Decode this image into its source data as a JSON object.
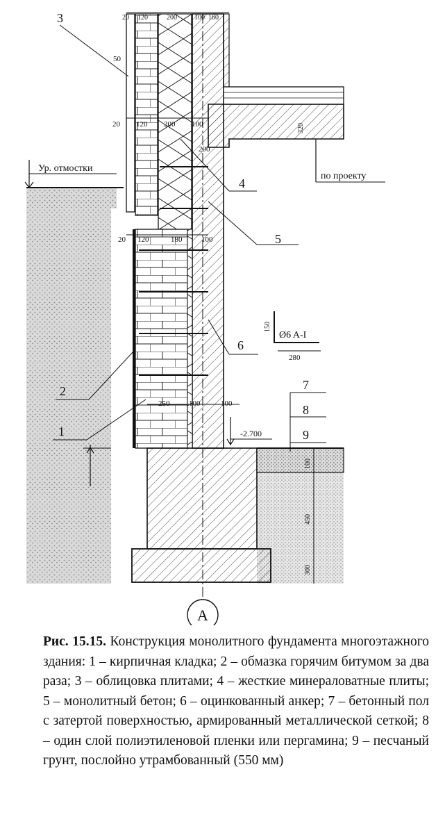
{
  "figure": {
    "callouts": [
      "1",
      "2",
      "3",
      "4",
      "5",
      "6",
      "7",
      "8",
      "9"
    ],
    "axis_marker": "A",
    "labels": {
      "ground_level": "Ур. отмостки",
      "by_project": "по проекту",
      "anchor_spec": "Ø6 A-I",
      "level_mark": "-2.700"
    },
    "dimensions": {
      "top_row": [
        "20",
        "120",
        "200",
        "100",
        "160"
      ],
      "mid_row": [
        "20",
        "120",
        "200",
        "100"
      ],
      "lower_row": [
        "20",
        "120",
        "180",
        "100"
      ],
      "base_row": [
        "250",
        "100",
        "100"
      ],
      "facing_gap": "50",
      "slab": "200",
      "slab_depth": "320",
      "anchor_height": "150",
      "anchor_length": "280",
      "floor_layer": "100",
      "sand_layer": "450",
      "footing_height": "300"
    }
  },
  "caption": {
    "number": "Рис. 15.15.",
    "text": "Конструкция монолитного фундамента многоэтажного здания: 1 – кирпичная кладка; 2 – обмазка горячим битумом за два раза; 3 – облицовка плитами; 4 – жесткие минераловатные плиты; 5 – монолитный бетон; 6 – оцинкованный анкер; 7 – бетонный пол с затертой поверхностью, армированный металлической сеткой; 8 – один слой полиэтиленовой пленки или пергамина; 9 – песчаный грунт, послойно утрамбованный (550 мм)"
  }
}
